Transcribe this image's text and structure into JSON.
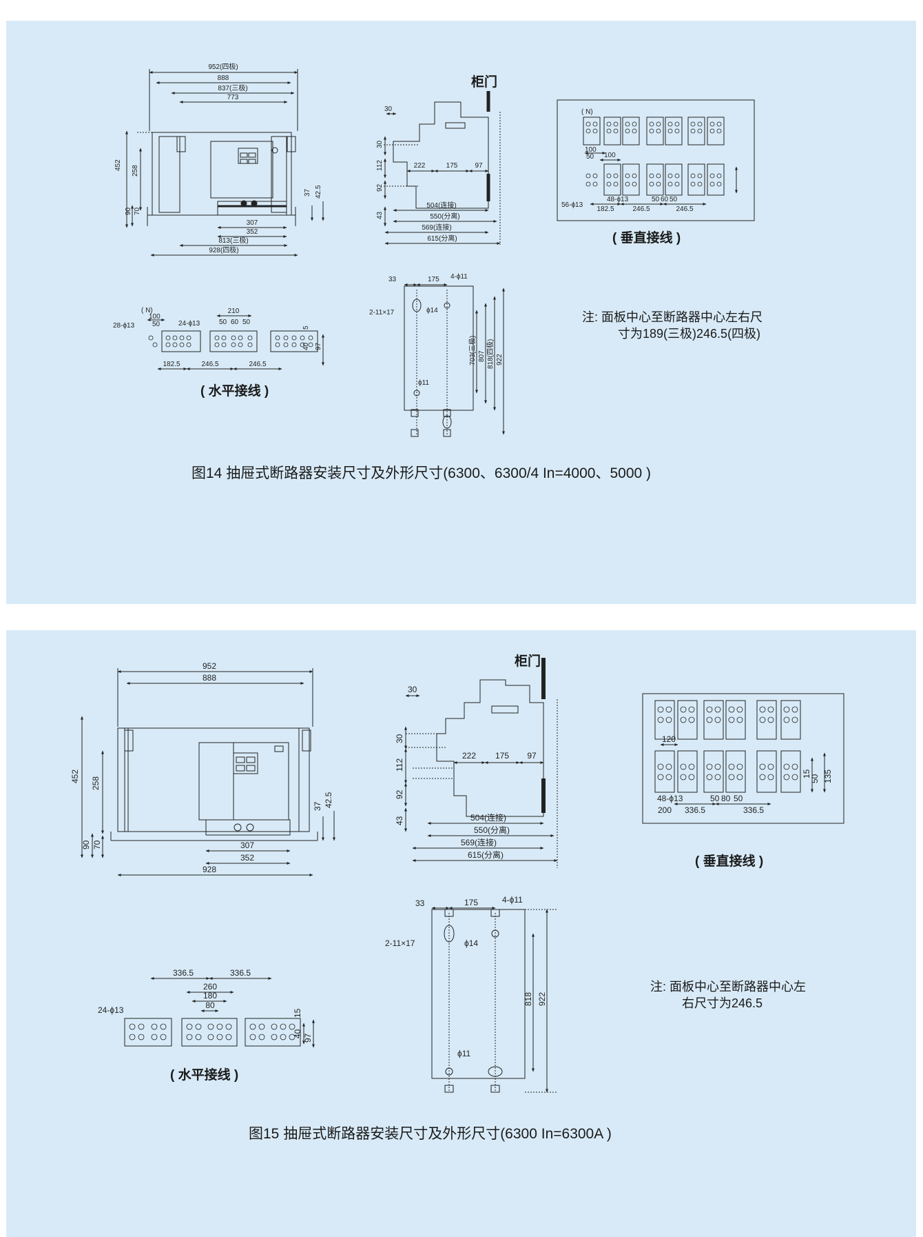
{
  "fig14": {
    "caption": "图14 抽屉式断路器安装尺寸及外形尺寸(6300、6300/4 In=4000、5000 )",
    "door_label": "柜门",
    "vertical_label": "( 垂直接线 )",
    "horizontal_label": "( 水平接线 )",
    "note_line1": "注: 面板中心至断路器中心左右尺",
    "note_line2": "寸为189(三极)246.5(四极)",
    "front": {
      "w952": "952(四极)",
      "w888": "888",
      "w837": "837(三极)",
      "w773": "773",
      "h452": "452",
      "h258": "258",
      "h90": "90",
      "h70": "70",
      "h37": "37",
      "h42_5": "42.5",
      "w307": "307",
      "w352": "352",
      "w813": "813(三极)",
      "w928": "928(四极)"
    },
    "side": {
      "d30top": "30",
      "d30": "30",
      "d112": "112",
      "d92": "92",
      "d43": "43",
      "d222": "222",
      "d175": "175",
      "d97": "97",
      "d504": "504(连接)",
      "d550": "550(分离)",
      "d569": "569(连接)",
      "d615": "615(分离)"
    },
    "vert": {
      "n": "( N)",
      "d100a": "100",
      "d50": "50",
      "d100b": "100",
      "d56": "56-ϕ13",
      "d48": "48-ϕ13",
      "d182": "182.5",
      "d246a": "246.5",
      "d246b": "246.5",
      "d50b": "50",
      "d60": "60",
      "d50c": "50"
    },
    "horiz": {
      "n": "( N)",
      "d100": "100",
      "d50": "50",
      "d28": "28-ϕ13",
      "d24": "24-ϕ13",
      "d210": "210",
      "d50a": "50",
      "d60": "60",
      "d50b": "50",
      "d5": "5",
      "d40": "40",
      "d97": "97",
      "d182": "182.5",
      "d246a": "246.5",
      "d246b": "246.5"
    },
    "mount": {
      "d33": "33",
      "d175": "175",
      "d4_11": "4-ϕ11",
      "d2_11": "2-11×17",
      "d14": "ϕ14",
      "d11": "ϕ11",
      "d703": "703(三极)",
      "d807": "807",
      "d818": "818(四极)",
      "d922": "922"
    }
  },
  "fig15": {
    "caption": "图15 抽屉式断路器安装尺寸及外形尺寸(6300 In=6300A )",
    "door_label": "柜门",
    "vertical_label": "( 垂直接线 )",
    "horizontal_label": "( 水平接线 )",
    "note_line1": "注: 面板中心至断路器中心左",
    "note_line2": "右尺寸为246.5",
    "front": {
      "w952": "952",
      "w888": "888",
      "h452": "452",
      "h258": "258",
      "h90": "90",
      "h70": "70",
      "h37": "37",
      "h42_5": "42.5",
      "w307": "307",
      "w352": "352",
      "w928": "928"
    },
    "side": {
      "d30top": "30",
      "d30": "30",
      "d112": "112",
      "d92": "92",
      "d43": "43",
      "d222": "222",
      "d175": "175",
      "d97": "97",
      "d504": "504(连接)",
      "d550": "550(分离)",
      "d569": "569(连接)",
      "d615": "615(分离)"
    },
    "vert": {
      "d120": "120",
      "d48": "48-ϕ13",
      "d200": "200",
      "d336a": "336.5",
      "d336b": "336.5",
      "d50": "50",
      "d80": "80",
      "d50b": "50",
      "d135": "135",
      "d15": "15",
      "d50c": "50"
    },
    "horiz": {
      "d336a": "336.5",
      "d336b": "336.5",
      "d260": "260",
      "d180": "180",
      "d80": "80",
      "d24": "24-ϕ13",
      "d15": "15",
      "d40": "40",
      "d97": "97"
    },
    "mount": {
      "d33": "33",
      "d175": "175",
      "d4_11": "4-ϕ11",
      "d2_11": "2-11×17",
      "d14": "ϕ14",
      "d11": "ϕ11",
      "d818": "818",
      "d922": "922"
    }
  }
}
